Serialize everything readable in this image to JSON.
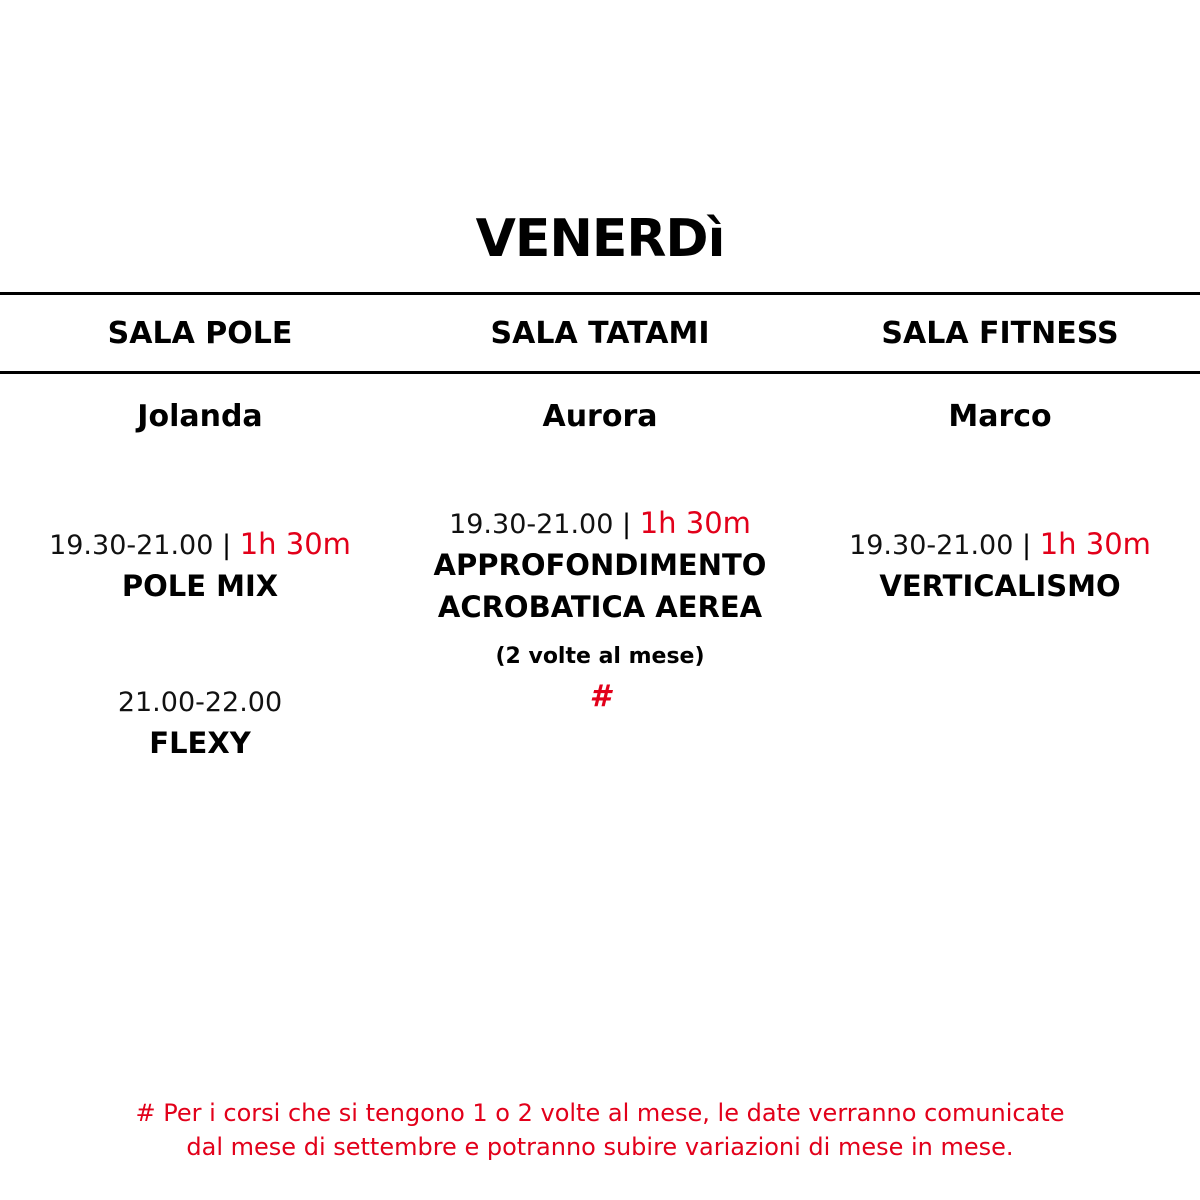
{
  "title": "VENERDì",
  "rooms": [
    {
      "name": "SALA POLE",
      "instructor": "Jolanda"
    },
    {
      "name": "SALA TATAMI",
      "instructor": "Aurora"
    },
    {
      "name": "SALA FITNESS",
      "instructor": "Marco"
    }
  ],
  "pole": {
    "slot1": {
      "time": "19.30-21.00",
      "separator": "|",
      "duration": "1h 30m",
      "course": "POLE MIX"
    },
    "slot2": {
      "time": "21.00-22.00",
      "course": "FLEXY"
    }
  },
  "tatami": {
    "slot1": {
      "time": "19.30-21.00",
      "separator": "|",
      "duration": "1h 30m",
      "course_line1": "APPROFONDIMENTO",
      "course_line2": "ACROBATICA AEREA",
      "note": "(2 volte al mese)",
      "mark": "#"
    }
  },
  "fitness": {
    "slot1": {
      "time": "19.30-21.00",
      "separator": "|",
      "duration": "1h 30m",
      "course": "VERTICALISMO"
    }
  },
  "footnote": {
    "line1": "# Per i corsi che si tengono 1 o 2 volte al mese, le date verranno comunicate",
    "line2": "dal mese di settembre e potranno subire variazioni di mese in mese."
  },
  "colors": {
    "accent": "#e2001a",
    "text": "#000000",
    "background": "#ffffff"
  }
}
